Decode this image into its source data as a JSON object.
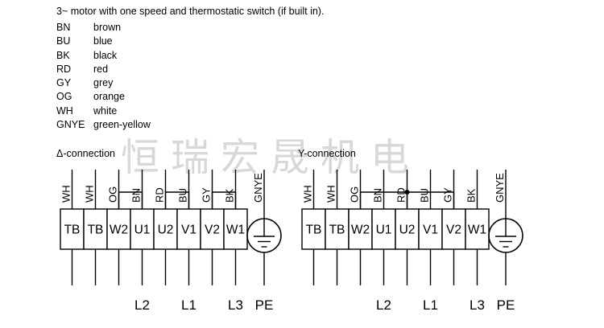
{
  "title": "3~ motor with one speed and thermostatic switch (if built in).",
  "legend": [
    {
      "code": "BN",
      "name": "brown"
    },
    {
      "code": "BU",
      "name": "blue"
    },
    {
      "code": "BK",
      "name": "black"
    },
    {
      "code": "RD",
      "name": "red"
    },
    {
      "code": "GY",
      "name": "grey"
    },
    {
      "code": "OG",
      "name": "orange"
    },
    {
      "code": "WH",
      "name": "white"
    },
    {
      "code": "GNYE",
      "name": "green-yellow"
    }
  ],
  "watermark": "恒瑞宏晟机电",
  "diagrams": [
    {
      "label": "Δ-connection",
      "wire_colors": [
        "WH",
        "WH",
        "OG",
        "BN",
        "RD",
        "BU",
        "GY",
        "BK"
      ],
      "terminals": [
        "TB",
        "TB",
        "W2",
        "U1",
        "U2",
        "V1",
        "V2",
        "W1"
      ],
      "bridges": [
        [
          2,
          3
        ],
        [
          4,
          5
        ],
        [
          6,
          7
        ]
      ],
      "phase_labels": [
        {
          "terminal_index": 3,
          "label": "L2"
        },
        {
          "terminal_index": 5,
          "label": "L1"
        },
        {
          "terminal_index": 7,
          "label": "L3"
        }
      ],
      "pe": {
        "wire": "GNYE",
        "label": "PE"
      }
    },
    {
      "label": "Y-connection",
      "wire_colors": [
        "WH",
        "WH",
        "OG",
        "BN",
        "RD",
        "BU",
        "GY",
        "BK"
      ],
      "terminals": [
        "TB",
        "TB",
        "W2",
        "U1",
        "U2",
        "V1",
        "V2",
        "W1"
      ],
      "star_bridge": {
        "terminals": [
          2,
          4,
          6
        ],
        "junction_dot": 4
      },
      "phase_labels": [
        {
          "terminal_index": 3,
          "label": "L2"
        },
        {
          "terminal_index": 5,
          "label": "L1"
        },
        {
          "terminal_index": 7,
          "label": "L3"
        }
      ],
      "pe": {
        "wire": "GNYE",
        "label": "PE"
      }
    }
  ]
}
